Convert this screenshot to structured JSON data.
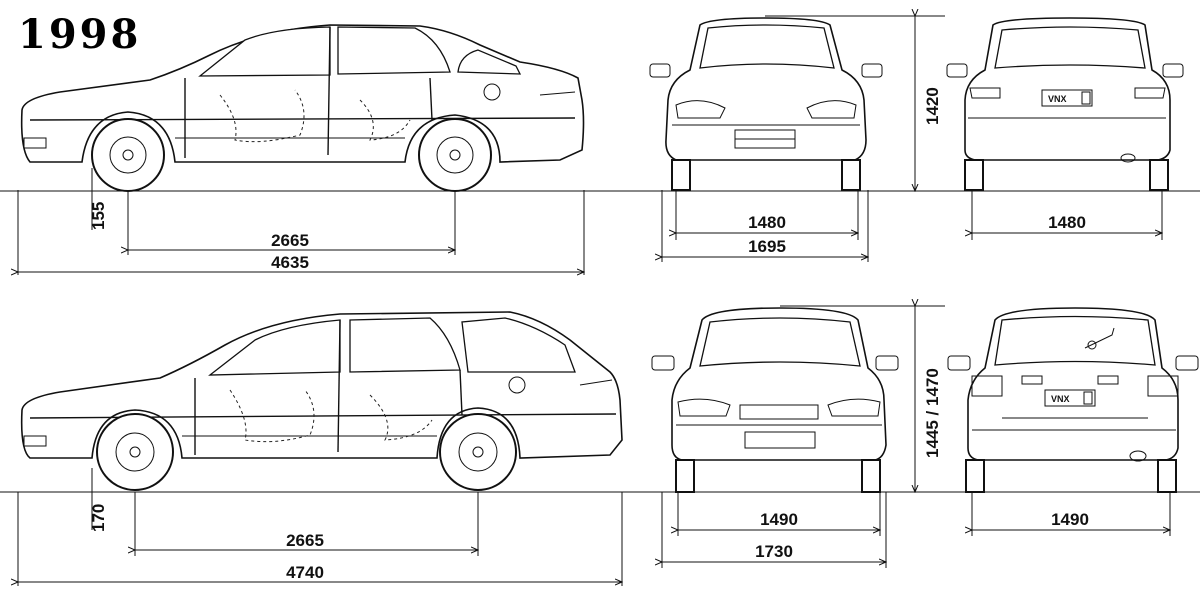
{
  "title": "1998",
  "plate_text": "VNX",
  "sedan": {
    "ground_clearance": "155",
    "wheelbase": "2665",
    "length": "4635",
    "front_track": "1480",
    "width": "1695",
    "height": "1420",
    "rear_track": "1480"
  },
  "wagon": {
    "ground_clearance": "170",
    "wheelbase": "2665",
    "length": "4740",
    "front_track": "1490",
    "width": "1730",
    "height": "1445 / 1470",
    "rear_track": "1490"
  }
}
